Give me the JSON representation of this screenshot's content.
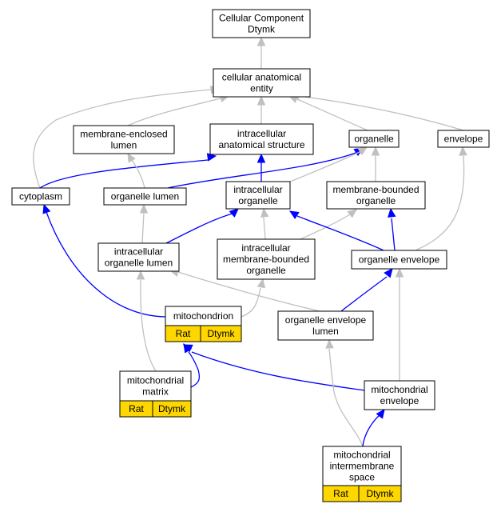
{
  "colors": {
    "is_a_edge": "#c0c0c0",
    "part_of_edge": "#0000ff",
    "annotation_badge": "#ffd700"
  },
  "nodes": [
    {
      "id": "root",
      "lines": [
        "Cellular Component",
        "Dtymk"
      ]
    },
    {
      "id": "cae",
      "lines": [
        "cellular anatomical",
        "entity"
      ]
    },
    {
      "id": "mel",
      "lines": [
        "membrane-enclosed",
        "lumen"
      ]
    },
    {
      "id": "ias",
      "lines": [
        "intracellular",
        "anatomical structure"
      ]
    },
    {
      "id": "organelle",
      "lines": [
        "organelle"
      ]
    },
    {
      "id": "envelope",
      "lines": [
        "envelope"
      ]
    },
    {
      "id": "cytoplasm",
      "lines": [
        "cytoplasm"
      ]
    },
    {
      "id": "olumen",
      "lines": [
        "organelle lumen"
      ]
    },
    {
      "id": "iorg",
      "lines": [
        "intracellular",
        "organelle"
      ]
    },
    {
      "id": "mbo",
      "lines": [
        "membrane-bounded",
        "organelle"
      ]
    },
    {
      "id": "iol",
      "lines": [
        "intracellular",
        "organelle lumen"
      ]
    },
    {
      "id": "imbo",
      "lines": [
        "intracellular",
        "membrane-bounded",
        "organelle"
      ]
    },
    {
      "id": "oenv",
      "lines": [
        "organelle envelope"
      ]
    },
    {
      "id": "mito",
      "lines": [
        "mitochondrion"
      ],
      "badges": [
        "Rat",
        "Dtymk"
      ]
    },
    {
      "id": "oel",
      "lines": [
        "organelle envelope",
        "lumen"
      ]
    },
    {
      "id": "matrix",
      "lines": [
        "mitochondrial",
        "matrix"
      ],
      "badges": [
        "Rat",
        "Dtymk"
      ]
    },
    {
      "id": "menv",
      "lines": [
        "mitochondrial",
        "envelope"
      ]
    },
    {
      "id": "mims",
      "lines": [
        "mitochondrial",
        "intermembrane",
        "space"
      ],
      "badges": [
        "Rat",
        "Dtymk"
      ]
    }
  ],
  "edges": [
    {
      "from": "cae",
      "to": "root",
      "type": "is_a"
    },
    {
      "from": "mel",
      "to": "cae",
      "type": "is_a"
    },
    {
      "from": "ias",
      "to": "cae",
      "type": "is_a"
    },
    {
      "from": "organelle",
      "to": "cae",
      "type": "is_a"
    },
    {
      "from": "envelope",
      "to": "cae",
      "type": "is_a"
    },
    {
      "from": "cytoplasm",
      "to": "cae",
      "type": "is_a"
    },
    {
      "from": "cytoplasm",
      "to": "ias",
      "type": "part_of"
    },
    {
      "from": "olumen",
      "to": "mel",
      "type": "is_a"
    },
    {
      "from": "olumen",
      "to": "organelle",
      "type": "part_of"
    },
    {
      "from": "iorg",
      "to": "ias",
      "type": "part_of"
    },
    {
      "from": "iorg",
      "to": "organelle",
      "type": "is_a"
    },
    {
      "from": "mbo",
      "to": "organelle",
      "type": "is_a"
    },
    {
      "from": "iol",
      "to": "olumen",
      "type": "is_a"
    },
    {
      "from": "iol",
      "to": "iorg",
      "type": "part_of"
    },
    {
      "from": "imbo",
      "to": "iorg",
      "type": "is_a"
    },
    {
      "from": "imbo",
      "to": "mbo",
      "type": "is_a"
    },
    {
      "from": "oenv",
      "to": "iorg",
      "type": "part_of"
    },
    {
      "from": "oenv",
      "to": "mbo",
      "type": "part_of"
    },
    {
      "from": "oenv",
      "to": "envelope",
      "type": "is_a"
    },
    {
      "from": "mito",
      "to": "imbo",
      "type": "is_a"
    },
    {
      "from": "mito",
      "to": "cytoplasm",
      "type": "part_of"
    },
    {
      "from": "oel",
      "to": "iol",
      "type": "is_a"
    },
    {
      "from": "oel",
      "to": "oenv",
      "type": "part_of"
    },
    {
      "from": "matrix",
      "to": "iol",
      "type": "is_a"
    },
    {
      "from": "matrix",
      "to": "mito",
      "type": "part_of"
    },
    {
      "from": "menv",
      "to": "oenv",
      "type": "is_a"
    },
    {
      "from": "menv",
      "to": "mito",
      "type": "part_of"
    },
    {
      "from": "mims",
      "to": "oel",
      "type": "is_a"
    },
    {
      "from": "mims",
      "to": "menv",
      "type": "part_of"
    }
  ]
}
